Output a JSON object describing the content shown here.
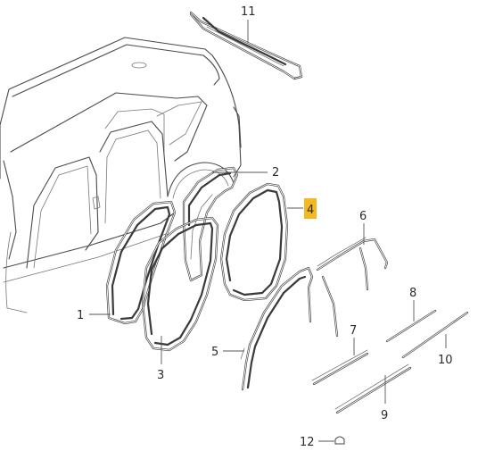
{
  "callouts": {
    "c1": "1",
    "c2": "2",
    "c3": "3",
    "c4": "4",
    "c5": "5",
    "c6": "6",
    "c7": "7",
    "c8": "8",
    "c9": "9",
    "c10": "10",
    "c11": "11",
    "c12": "12"
  },
  "highlight": {
    "callout": "4",
    "color": "#f5b920"
  }
}
